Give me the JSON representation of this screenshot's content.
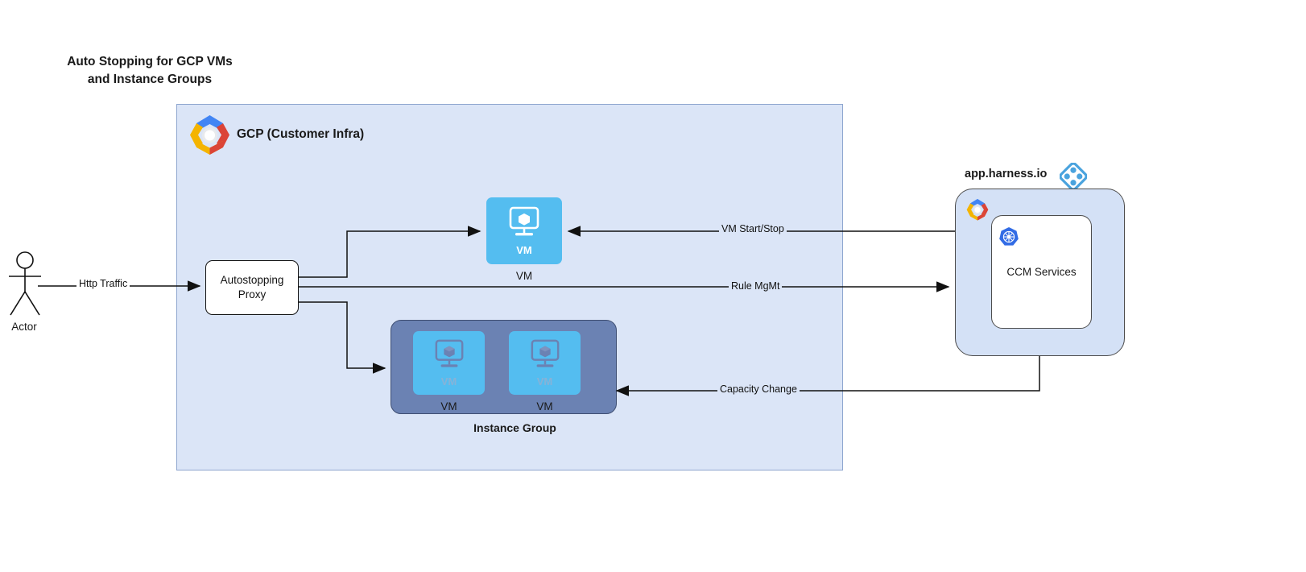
{
  "title": {
    "line1": "Auto Stopping for GCP VMs",
    "line2": "and Instance Groups",
    "text": "Auto Stopping for GCP VMs and Instance Groups"
  },
  "gcp_container": {
    "label": "GCP (Customer Infra)",
    "icon": "gcp-logo-icon",
    "fill": "#dbe5f7",
    "border": "#8ea6cf"
  },
  "harness": {
    "title": "app.harness.io",
    "logo_icon": "harness-diamond-icon",
    "gcp_icon": "gcp-logo-icon",
    "fill": "#d4e1f6",
    "border": "#4d4d4d",
    "service_box": {
      "label": "CCM Services",
      "icon": "kubernetes-icon",
      "fill": "#ffffff"
    }
  },
  "actor": {
    "label": "Actor",
    "icon": "actor-stick-figure-icon"
  },
  "proxy": {
    "line1": "Autostopping",
    "line2": "Proxy",
    "label": "Autostopping Proxy"
  },
  "standalone_vm": {
    "inner_label": "VM",
    "caption": "VM",
    "icon": "vm-monitor-cube-icon",
    "fill": "#54bdf0"
  },
  "instance_group": {
    "caption": "Instance Group",
    "fill": "#6b82b3",
    "border": "#3f4f73",
    "vms": [
      {
        "inner_label": "VM",
        "caption": "VM",
        "icon": "vm-monitor-cube-icon"
      },
      {
        "inner_label": "VM",
        "caption": "VM",
        "icon": "vm-monitor-cube-icon"
      }
    ]
  },
  "edges": [
    {
      "id": "http-traffic",
      "label": "Http Traffic",
      "from": "Actor",
      "to": "Autostopping Proxy"
    },
    {
      "id": "proxy-to-vm",
      "label": "",
      "from": "Autostopping Proxy",
      "to": "VM"
    },
    {
      "id": "proxy-to-ig",
      "label": "",
      "from": "Autostopping Proxy",
      "to": "Instance Group"
    },
    {
      "id": "vm-start-stop",
      "label": "VM Start/Stop",
      "from": "CCM Services",
      "to": "VM"
    },
    {
      "id": "rule-mgmt",
      "label": "Rule MgMt",
      "from": "Autostopping Proxy",
      "to": "CCM Services"
    },
    {
      "id": "capacity-change",
      "label": "Capacity Change",
      "from": "CCM Services",
      "to": "Instance Group"
    }
  ],
  "colors": {
    "vm_blue": "#54bdf0",
    "container_blue": "#dbe5f7",
    "instance_group_slate": "#6b82b3",
    "harness_blue": "#4aa3de",
    "kubernetes_blue": "#326ce5",
    "line": "#111111"
  }
}
